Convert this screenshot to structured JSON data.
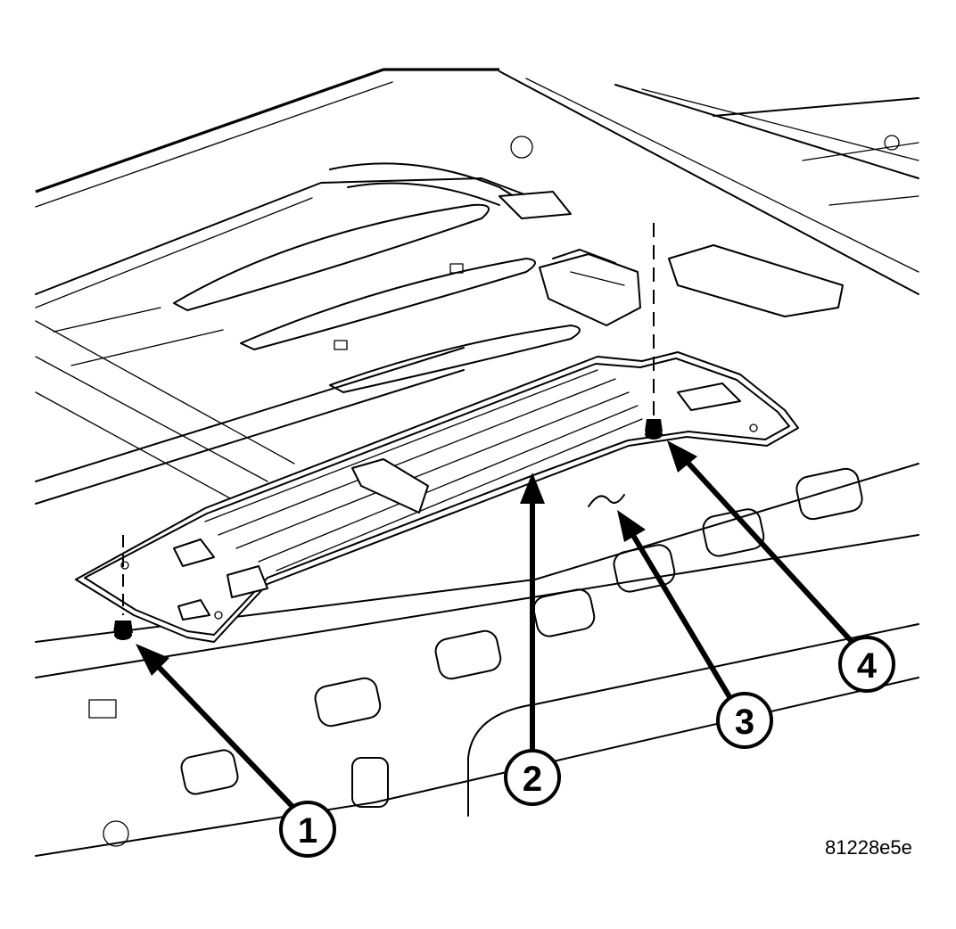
{
  "figure": {
    "id_label": "81228e5e"
  },
  "callouts": [
    {
      "number": "1"
    },
    {
      "number": "2"
    },
    {
      "number": "3"
    },
    {
      "number": "4"
    }
  ],
  "colors": {
    "ink": "#000000",
    "paper": "#ffffff"
  }
}
